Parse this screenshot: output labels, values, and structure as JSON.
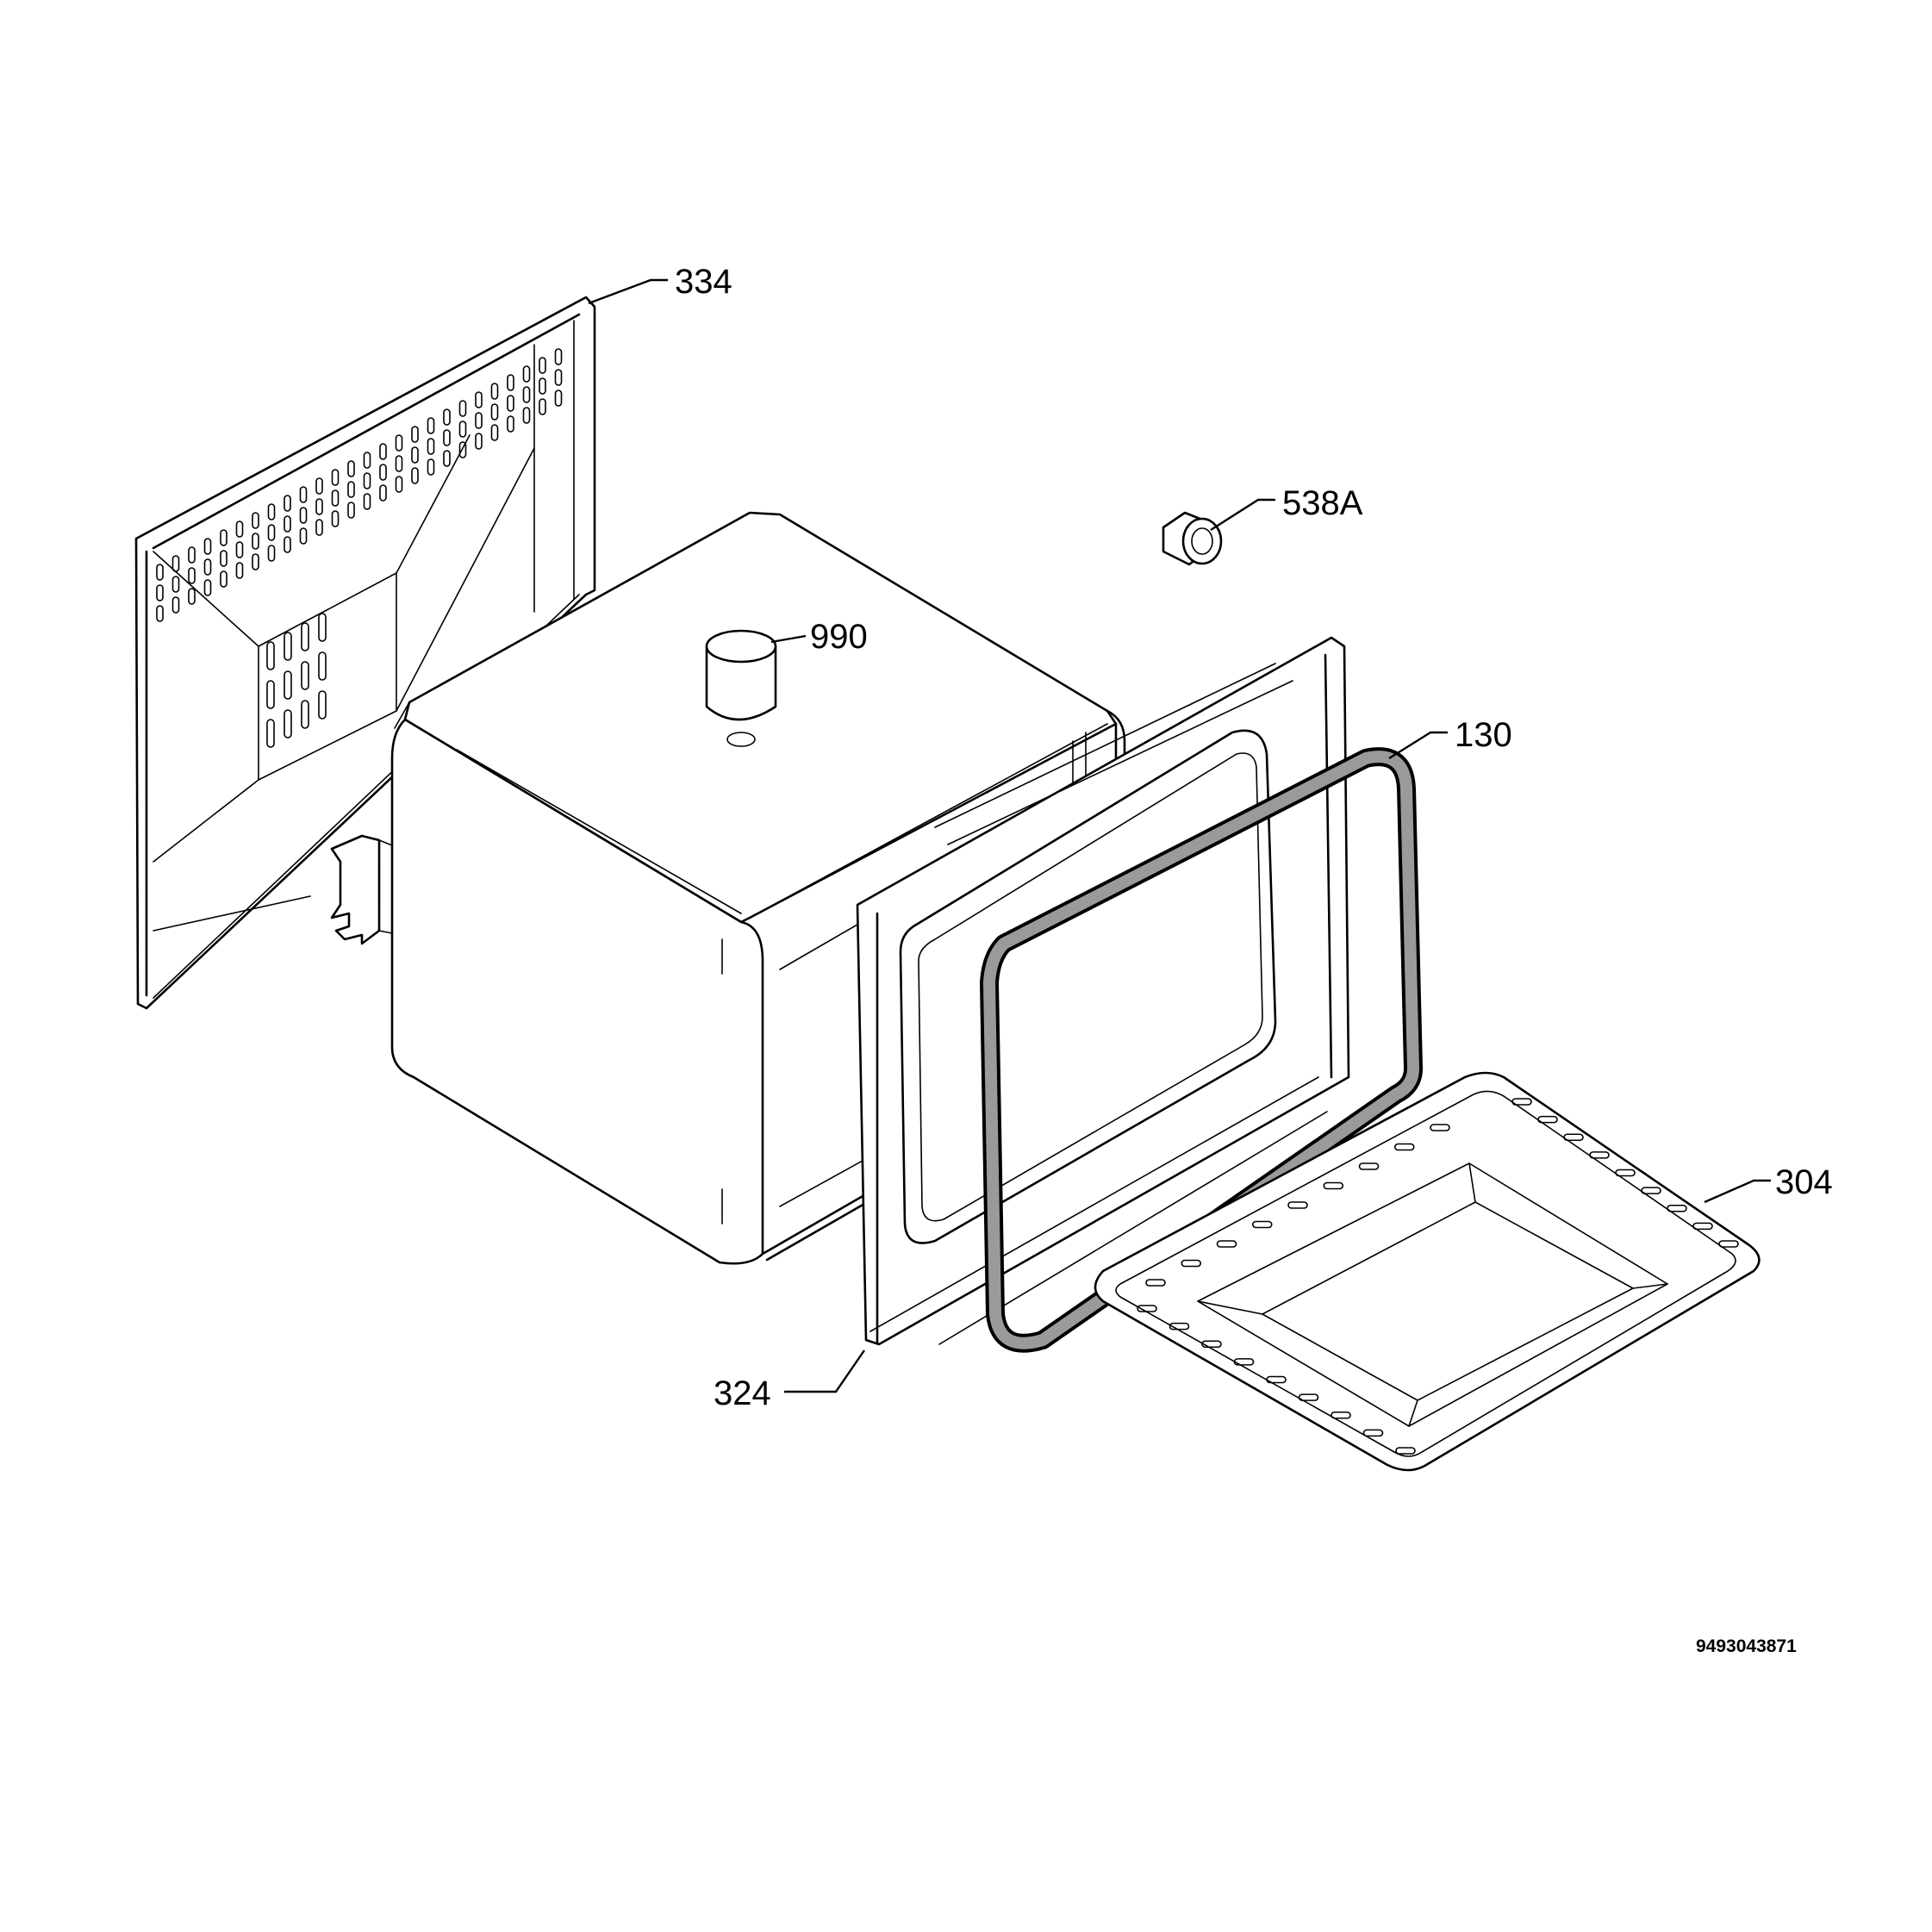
{
  "parts": [
    {
      "id": "rear-panel",
      "number": "334"
    },
    {
      "id": "lamp-holder",
      "number": "538A"
    },
    {
      "id": "top-knob",
      "number": "990"
    },
    {
      "id": "door-seal",
      "number": "130"
    },
    {
      "id": "baking-tray",
      "number": "304"
    },
    {
      "id": "front-frame",
      "number": "324"
    }
  ],
  "document_number": "9493043871"
}
